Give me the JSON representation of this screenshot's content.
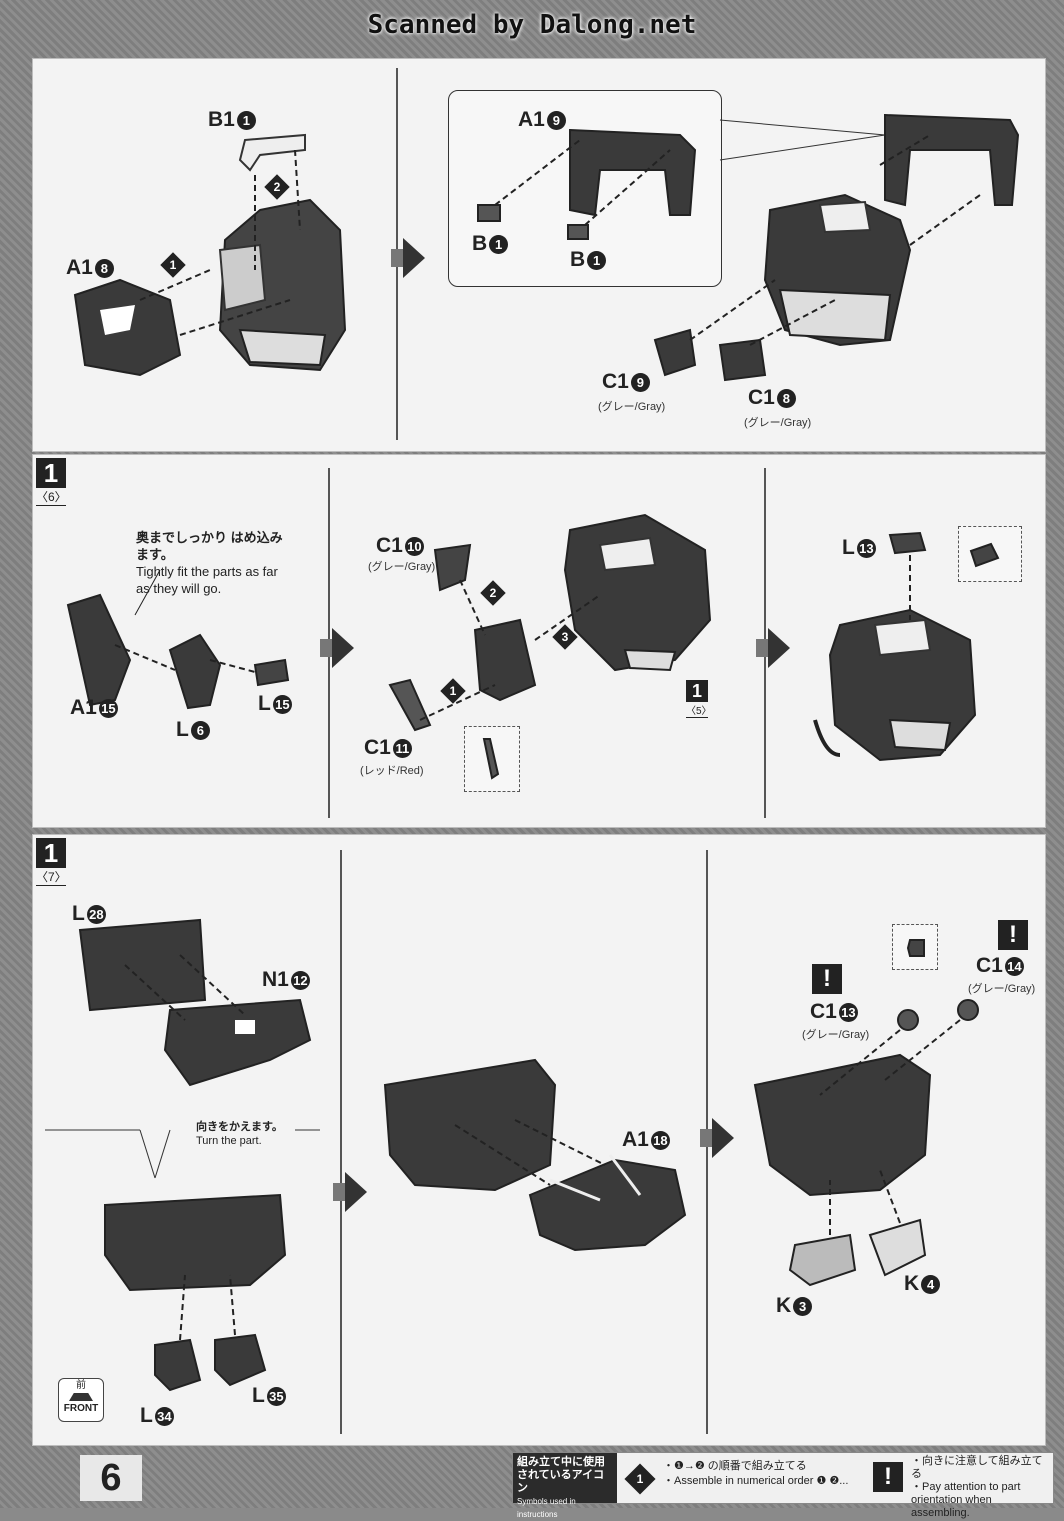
{
  "watermark": "Scanned by Dalong.net",
  "page_number": "6",
  "section1": {
    "parts": [
      {
        "code": "B1",
        "num": "1"
      },
      {
        "code": "A1",
        "num": "8"
      },
      {
        "code": "A1",
        "num": "9"
      },
      {
        "code": "B",
        "num": "1"
      },
      {
        "code": "B",
        "num": "1"
      },
      {
        "code": "C1",
        "num": "9"
      },
      {
        "code": "C1",
        "num": "8"
      }
    ],
    "gray_label": "(グレー/Gray)",
    "gray_label_2": "(グレー/Gray)"
  },
  "section2": {
    "step_main": "1",
    "step_sub": "〈6〉",
    "note_jp": "奥までしっかり はめ込みます。",
    "note_en": "Tightly fit the parts as far as they will go.",
    "parts": [
      {
        "code": "A1",
        "num": "15"
      },
      {
        "code": "L",
        "num": "6"
      },
      {
        "code": "L",
        "num": "15"
      },
      {
        "code": "C1",
        "num": "10"
      },
      {
        "code": "C1",
        "num": "11"
      },
      {
        "code": "L",
        "num": "13"
      }
    ],
    "gray_label": "(グレー/Gray)",
    "red_label": "(レッド/Red)",
    "ref_main": "1",
    "ref_sub": "〈5〉"
  },
  "section3": {
    "step_main": "1",
    "step_sub": "〈7〉",
    "note_jp": "向きをかえます。",
    "note_en": "Turn the part.",
    "front_jp": "前",
    "front_en": "FRONT",
    "parts": [
      {
        "code": "L",
        "num": "28"
      },
      {
        "code": "N1",
        "num": "12"
      },
      {
        "code": "L",
        "num": "34"
      },
      {
        "code": "L",
        "num": "35"
      },
      {
        "code": "A1",
        "num": "18"
      },
      {
        "code": "C1",
        "num": "13"
      },
      {
        "code": "C1",
        "num": "14"
      },
      {
        "code": "K",
        "num": "3"
      },
      {
        "code": "K",
        "num": "4"
      }
    ],
    "gray_label": "(グレー/Gray)",
    "gray_label_2": "(グレー/Gray)"
  },
  "legend": {
    "head_jp": "組み立て中に使用されているアイコン",
    "head_en": "Symbols used in instructions",
    "order_jp": "・❶→❷ の順番で組み立てる",
    "order_en": "・Assemble in numerical order ❶ ❷...",
    "warn_jp": "・向きに注意して組み立てる",
    "warn_en": "・Pay attention to part orientation when assembling."
  },
  "colors": {
    "ink": "#222222",
    "panel": "#f3f3f3",
    "part": "#3a3a3a"
  }
}
